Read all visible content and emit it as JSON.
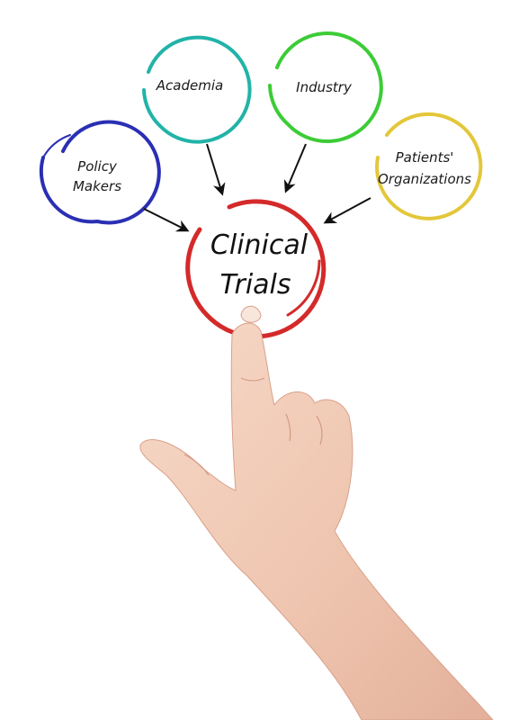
{
  "diagram": {
    "center": {
      "label_line1": "Clinical",
      "label_line2": "Trials",
      "color": "#d42a2a"
    },
    "nodes": [
      {
        "id": "policy-makers",
        "line1": "Policy",
        "line2": "Makers",
        "color": "#2a2fb3"
      },
      {
        "id": "academia",
        "line1": "Academia",
        "line2": "",
        "color": "#22b3a8"
      },
      {
        "id": "industry",
        "line1": "Industry",
        "line2": "",
        "color": "#3ccc36"
      },
      {
        "id": "patients-organizations",
        "line1": "Patients'",
        "line2": "Organizations",
        "color": "#e3c73a"
      }
    ],
    "arrow_color": "#111111",
    "hand_icon": "pointing-hand-icon"
  }
}
